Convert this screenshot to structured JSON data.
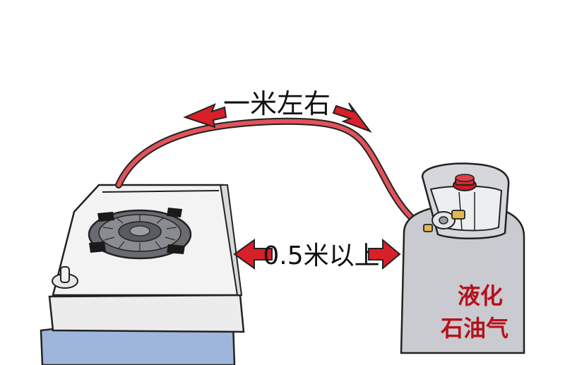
{
  "labels": {
    "hose_length": "一米左右",
    "min_distance": "0.5米以上",
    "tank_line1": "液化",
    "tank_line2": "石油气"
  },
  "colors": {
    "arrow_red": "#d8202a",
    "hose_red": "#e0535a",
    "tank_gray": "#c9cbd0",
    "stove_blue": "#9fb6dc",
    "outline": "#222222",
    "tank_text": "#b5121b"
  }
}
